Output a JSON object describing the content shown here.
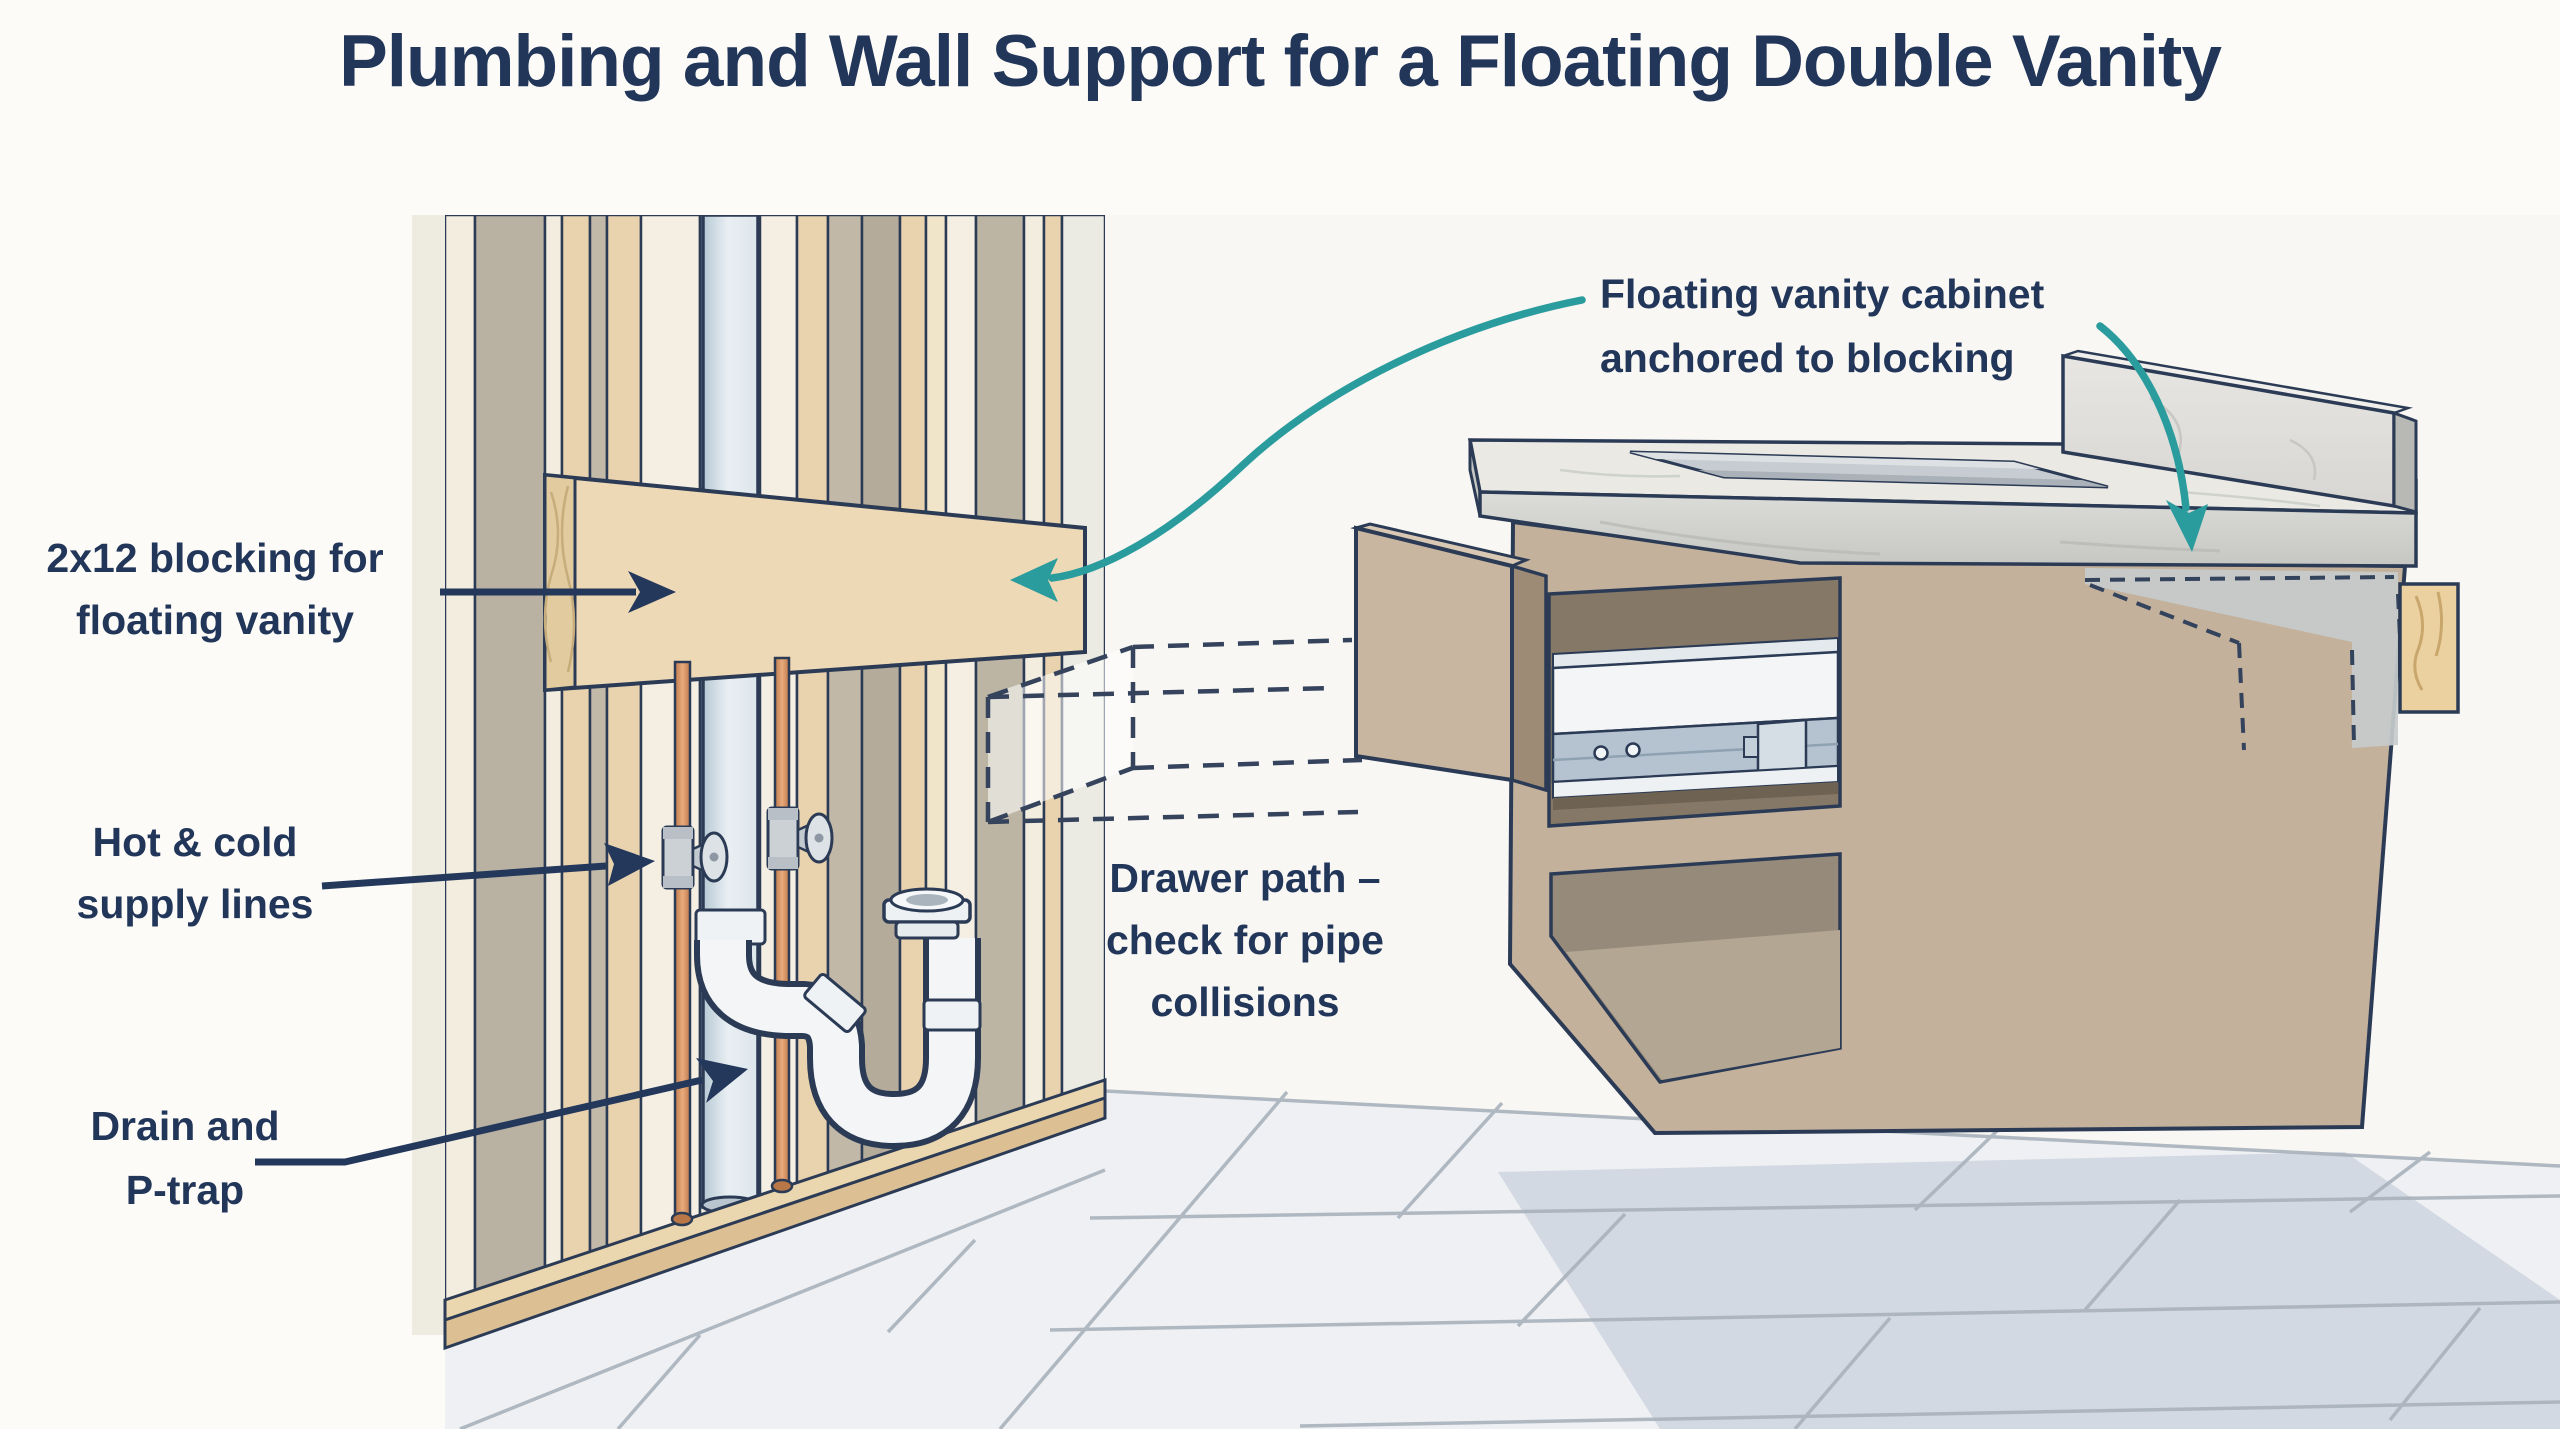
{
  "title": "Plumbing and Wall Support for a Floating Double Vanity",
  "labels": {
    "blocking": {
      "line1": "2x12 blocking for",
      "line2": "floating vanity"
    },
    "supply": {
      "line1": "Hot & cold",
      "line2": "supply lines"
    },
    "drain": {
      "line1": "Drain and",
      "line2": "P-trap"
    },
    "cabinet": {
      "line1": "Floating vanity cabinet",
      "line2": "anchored to blocking"
    },
    "drawer_path": {
      "line1": "Drawer path –",
      "line2": "check for pipe",
      "line3": "collisions"
    }
  },
  "colors": {
    "text_navy": "#22365a",
    "outline_navy": "#2c3b55",
    "arrow_navy": "#24385c",
    "teal_accent": "#2b9c9d",
    "wood_blocking": "#eed9b6",
    "wood_rail": "#ebd1a0",
    "stud_gray": "#b9b1a1",
    "stud_tan": "#e9d3ae",
    "wall_cream": "#f4efe2",
    "copper_pipe": "#dd9f74",
    "pvc_white": "#f3f5f7",
    "drain_stack_blue": "#c9d7e1",
    "cabinet_tan": "#c3b19c",
    "marble_light": "#eae9e4",
    "marble_band": "#d2d3cf",
    "floor_tile": "#eef0f3",
    "floor_grout": "#a9b2bc",
    "floor_shadow": "#c6cfda"
  }
}
